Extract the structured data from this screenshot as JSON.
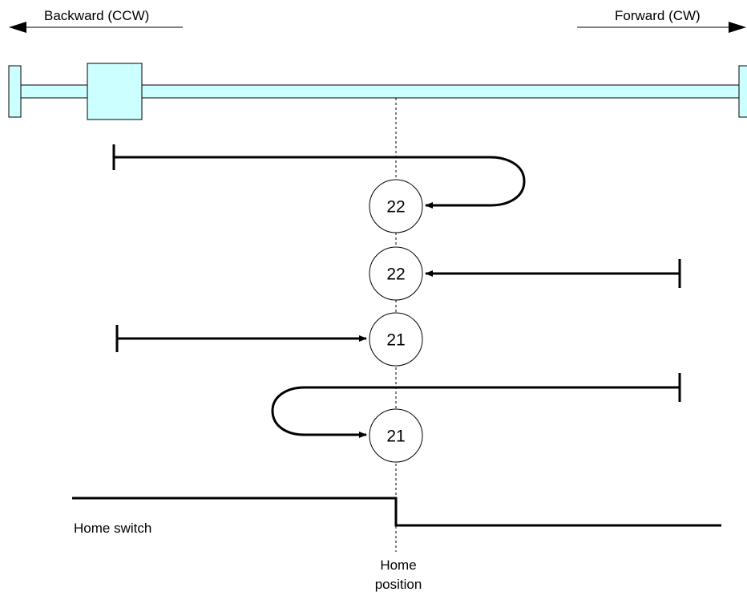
{
  "direction": {
    "backward_label": "Backward (CCW)",
    "forward_label": "Forward (CW)"
  },
  "colors": {
    "rail_fill": "#ccffff",
    "line": "#000000",
    "circle_fill": "#ffffff"
  },
  "homing_methods": [
    {
      "method": "22"
    },
    {
      "method": "22"
    },
    {
      "method": "21"
    },
    {
      "method": "21"
    }
  ],
  "home_switch": {
    "label": "Home switch"
  },
  "home_position": {
    "line1": "Home",
    "line2": "position"
  }
}
